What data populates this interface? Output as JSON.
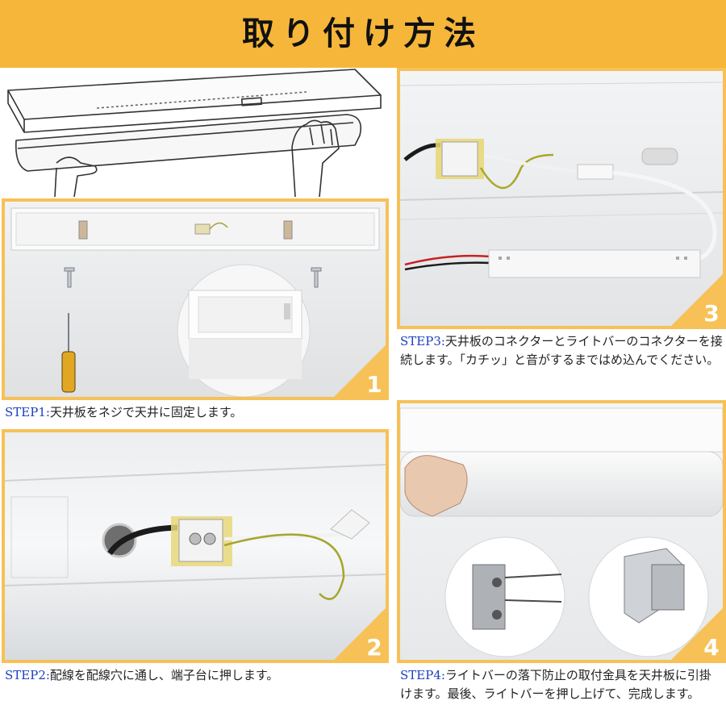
{
  "header": {
    "title": "取り付け方法",
    "color": "#f6b63a"
  },
  "accent": "#f7c157",
  "steps": [
    {
      "label": "STEP1:",
      "text": "天井板をネジで天井に固定します。",
      "badge": "1"
    },
    {
      "label": "STEP2:",
      "text": "配線を配線穴に通し、端子台に押します。",
      "badge": "2"
    },
    {
      "label": "STEP3:",
      "text": "天井板のコネクターとライトバーのコネクターを接続します。「カチッ」と音がするまではめ込んでください。",
      "badge": "3"
    },
    {
      "label": "STEP4:",
      "text": "ライトバーの落下防止の取付金具を天井板に引掛けます。最後、ライトバーを押し上げて、完成します。",
      "badge": "4"
    }
  ]
}
